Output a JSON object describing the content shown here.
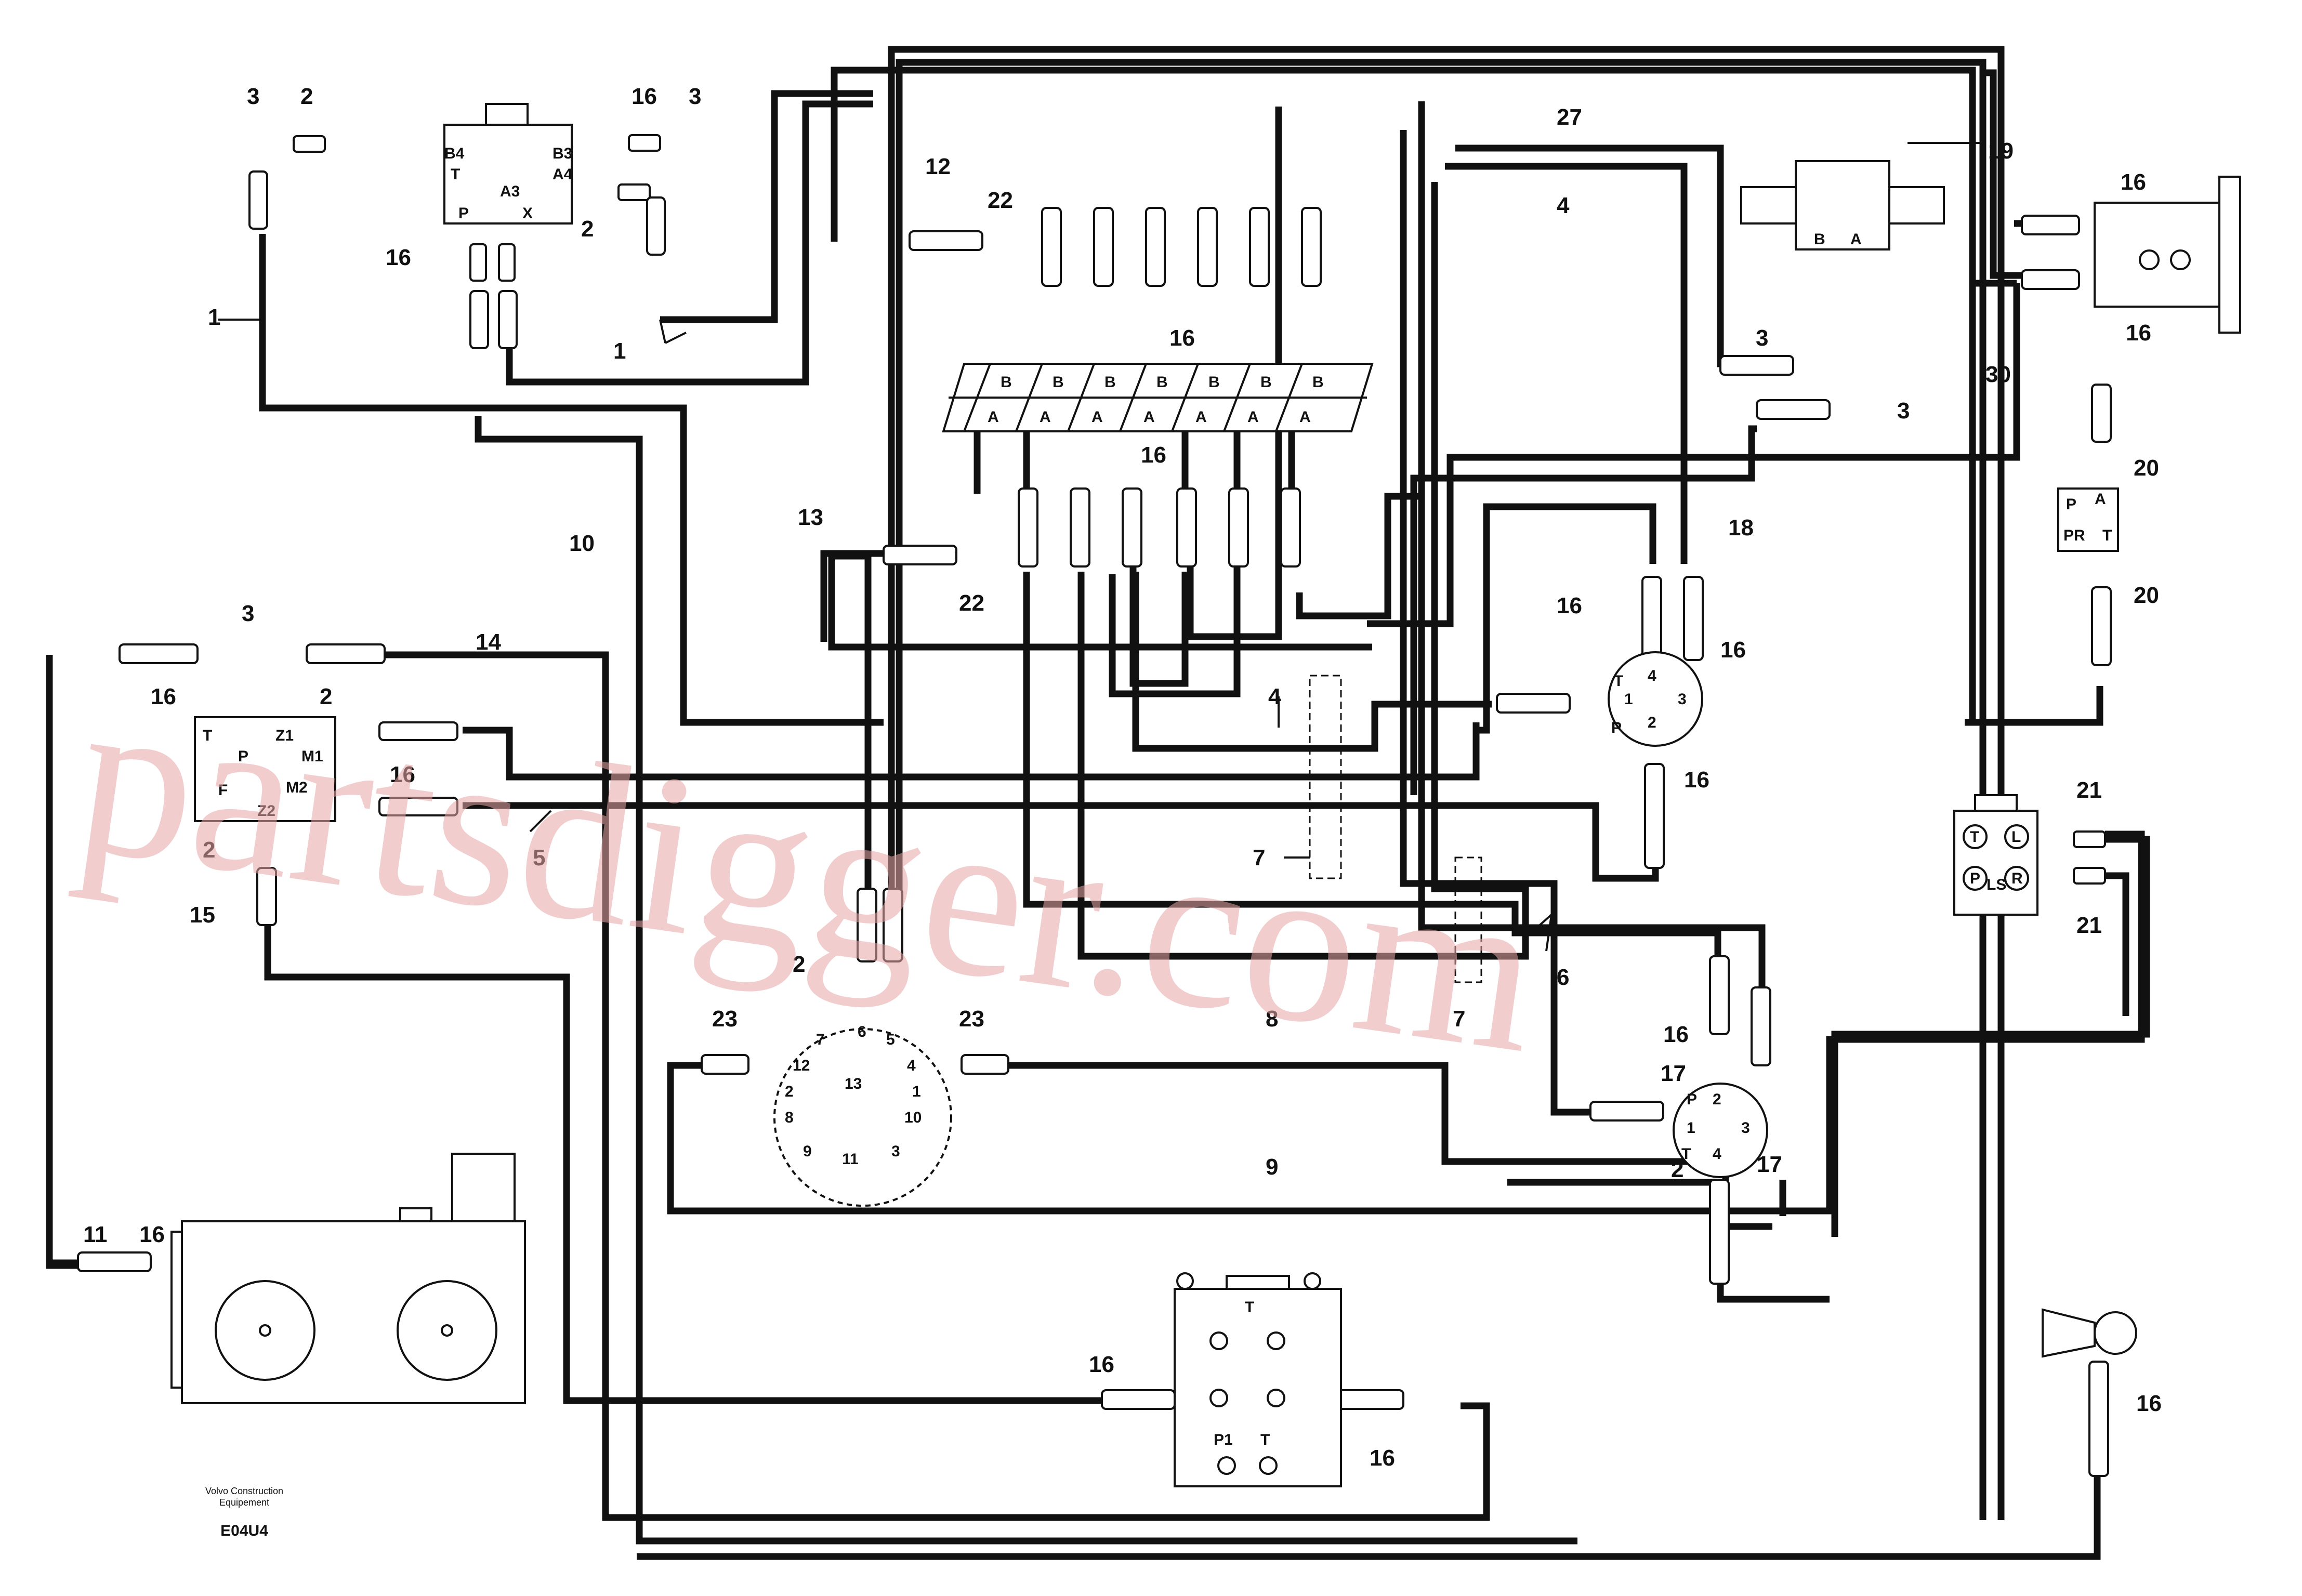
{
  "watermark": "partsdigger.com",
  "footer": {
    "company_line1": "Volvo Construction",
    "company_line2": "Equipement",
    "drawing_code": "E04U4"
  },
  "callouts": {
    "c1a": "1",
    "c1b": "1",
    "c2a": "2",
    "c2b": "2",
    "c2c": "2",
    "c2d": "2",
    "c2e": "2",
    "c2f": "2",
    "c3a": "3",
    "c3b": "3",
    "c3c": "3",
    "c3d": "3",
    "c3e": "3",
    "c4a": "4",
    "c4b": "4",
    "c5": "5",
    "c6": "6",
    "c7a": "7",
    "c7b": "7",
    "c8": "8",
    "c9": "9",
    "c10": "10",
    "c11": "11",
    "c12": "12",
    "c13": "13",
    "c14": "14",
    "c15": "15",
    "c16a": "16",
    "c16b": "16",
    "c16c": "16",
    "c16d": "16",
    "c16e": "16",
    "c16f": "16",
    "c16g": "16",
    "c16h": "16",
    "c16i": "16",
    "c16j": "16",
    "c16k": "16",
    "c16l": "16",
    "c16m": "16",
    "c16n": "16",
    "c16o": "16",
    "c16p": "16",
    "c17a": "17",
    "c17b": "17",
    "c18": "18",
    "c19": "19",
    "c20a": "20",
    "c20b": "20",
    "c21a": "21",
    "c21b": "21",
    "c22a": "22",
    "c22b": "22",
    "c23a": "23",
    "c23b": "23",
    "c27": "27",
    "c30": "30"
  },
  "ports": {
    "pilot_valve": {
      "b4": "B4",
      "t": "T",
      "a3": "A3",
      "b3": "B3",
      "a4": "A4",
      "p": "P",
      "x": "X"
    },
    "selector_block": {
      "t": "T",
      "p": "P",
      "z1": "Z1",
      "m1": "M1",
      "f": "F",
      "m2": "M2",
      "z2": "Z2"
    },
    "control_valve": {
      "b": "B",
      "a": "A"
    },
    "switch_valve": {
      "b": "B",
      "a": "A"
    },
    "shuttle_valve": {
      "p": "P",
      "a": "A",
      "pr": "PR",
      "t": "T"
    },
    "rotary_upper": {
      "t": "T",
      "p1": "1",
      "p2": "2",
      "p": "P",
      "p3": "3",
      "p4": "4"
    },
    "rotary_lower": {
      "p": "P",
      "p1": "1",
      "p2": "2",
      "t": "T",
      "p3": "3",
      "p4": "4"
    },
    "ls_block": {
      "t": "T",
      "l": "L",
      "p": "P",
      "ls": "LS",
      "r": "R"
    },
    "main_valve": {
      "t_top": "T",
      "p1": "P1",
      "t_bottom": "T"
    }
  },
  "swivel_ports": [
    "12",
    "7",
    "6",
    "5",
    "2",
    "13",
    "4",
    "1",
    "8",
    "10",
    "9",
    "11",
    "3"
  ]
}
